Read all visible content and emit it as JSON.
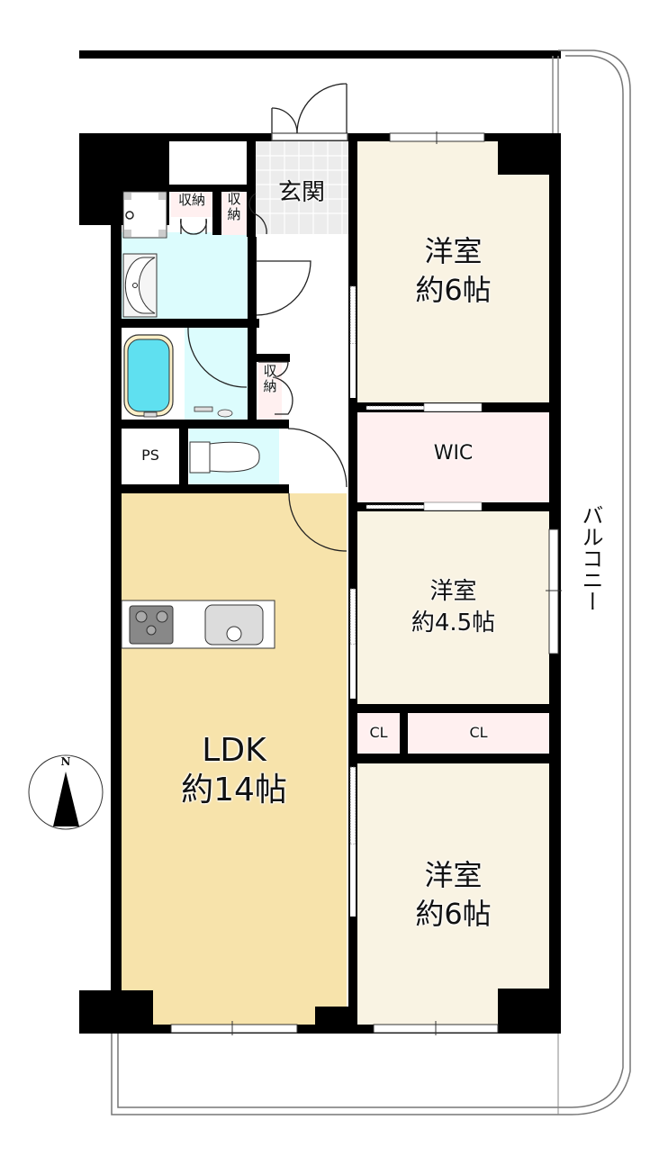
{
  "floorplan": {
    "colors": {
      "wall": "#000000",
      "ldk": "#f7e3ab",
      "western_room": "#f9f3e3",
      "storage_pink": "#fff0f0",
      "wet_area": "#dcfcfd",
      "entrance_tile": "#ececec",
      "bathtub": "#5fe0f0"
    },
    "rooms": {
      "entrance": {
        "name": "玄関"
      },
      "storage_1": {
        "name": "収納"
      },
      "storage_2": {
        "name": "収\n納"
      },
      "storage_3": {
        "name": "収\n納"
      },
      "ps": {
        "name": "PS"
      },
      "ldk": {
        "name": "LDK",
        "size": "約14帖"
      },
      "room_north": {
        "name": "洋室",
        "size": "約6帖"
      },
      "wic": {
        "name": "WIC"
      },
      "room_middle": {
        "name": "洋室",
        "size": "約4.5帖"
      },
      "closet_small": {
        "name": "CL"
      },
      "closet_large": {
        "name": "CL"
      },
      "room_south": {
        "name": "洋室",
        "size": "約6帖"
      },
      "balcony": {
        "name": "バルコニー"
      }
    },
    "compass": {
      "label": "N"
    }
  }
}
